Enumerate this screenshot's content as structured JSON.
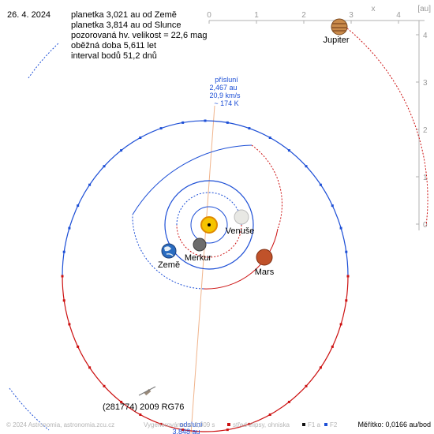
{
  "date": "26. 4. 2024",
  "info": {
    "line1": "planetka 3,021 au od Země",
    "line2": "planetka 3,814 au od Slunce",
    "line3": "pozorovaná hv. velikost = 22,6 mag",
    "line4": "oběžná doba 5,611 let",
    "line5": "interval bodů 51,2 dnů"
  },
  "perihelion": {
    "label": "přísluní",
    "distance": "2,467 au",
    "speed": "20,9 km/s",
    "temp": "~ 174 K"
  },
  "aphelion": {
    "label": "odsluní",
    "distance": "3,848 au"
  },
  "bodies": {
    "jupiter": "Jupiter",
    "venus": "Venuše",
    "earth": "Země",
    "mercury": "Merkur",
    "mars": "Mars",
    "asteroid": "(281774) 2009 RG76"
  },
  "axes": {
    "x_ticks": [
      "0",
      "1",
      "2",
      "3",
      "4"
    ],
    "y_ticks": [
      "4",
      "3",
      "2",
      "1",
      "0"
    ],
    "x_label": "x",
    "unit": "[au]"
  },
  "footer": {
    "copyright": "© 2024 Astronomia, astronomia.zcu.cz",
    "generated": "Vygenerováno za 0,009 s",
    "legend_center": "střed elipsy, ohniska",
    "legend_f1": "F1 a",
    "legend_f2": "F2",
    "scale": "Měřítko: 0,0166 au/bod"
  },
  "colors": {
    "orbit_blue": "#1d4fd6",
    "orbit_red": "#cc1111",
    "major_axis": "#f0b48c",
    "axis_grey": "#9a9a9a"
  }
}
